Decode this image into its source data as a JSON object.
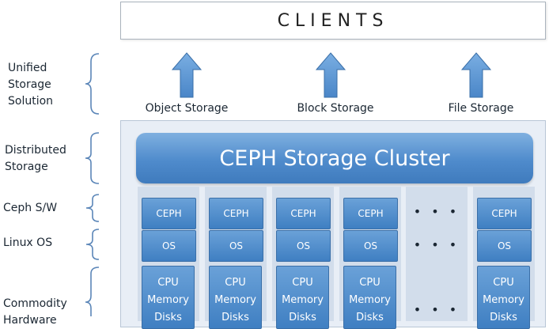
{
  "clients": {
    "title": "CLIENTS"
  },
  "left_labels": {
    "unified": "Unified\nStorage\nSolution",
    "distributed": "Distributed\nStorage",
    "ceph_sw": "Ceph S/W",
    "linux_os": "Linux OS",
    "commodity": "Commodity\nHardware"
  },
  "storage_types": [
    "Object Storage",
    "Block Storage",
    "File Storage"
  ],
  "cluster": {
    "title": "CEPH Storage Cluster",
    "node_ceph_label": "CEPH",
    "node_os_label": "OS",
    "hw_lines": [
      "CPU",
      "Memory",
      "Disks"
    ],
    "ellipsis": "• • •"
  },
  "colors": {
    "accent": "#4f8bcc",
    "arrow": "#5a93d0",
    "brace": "#5b86b8"
  }
}
